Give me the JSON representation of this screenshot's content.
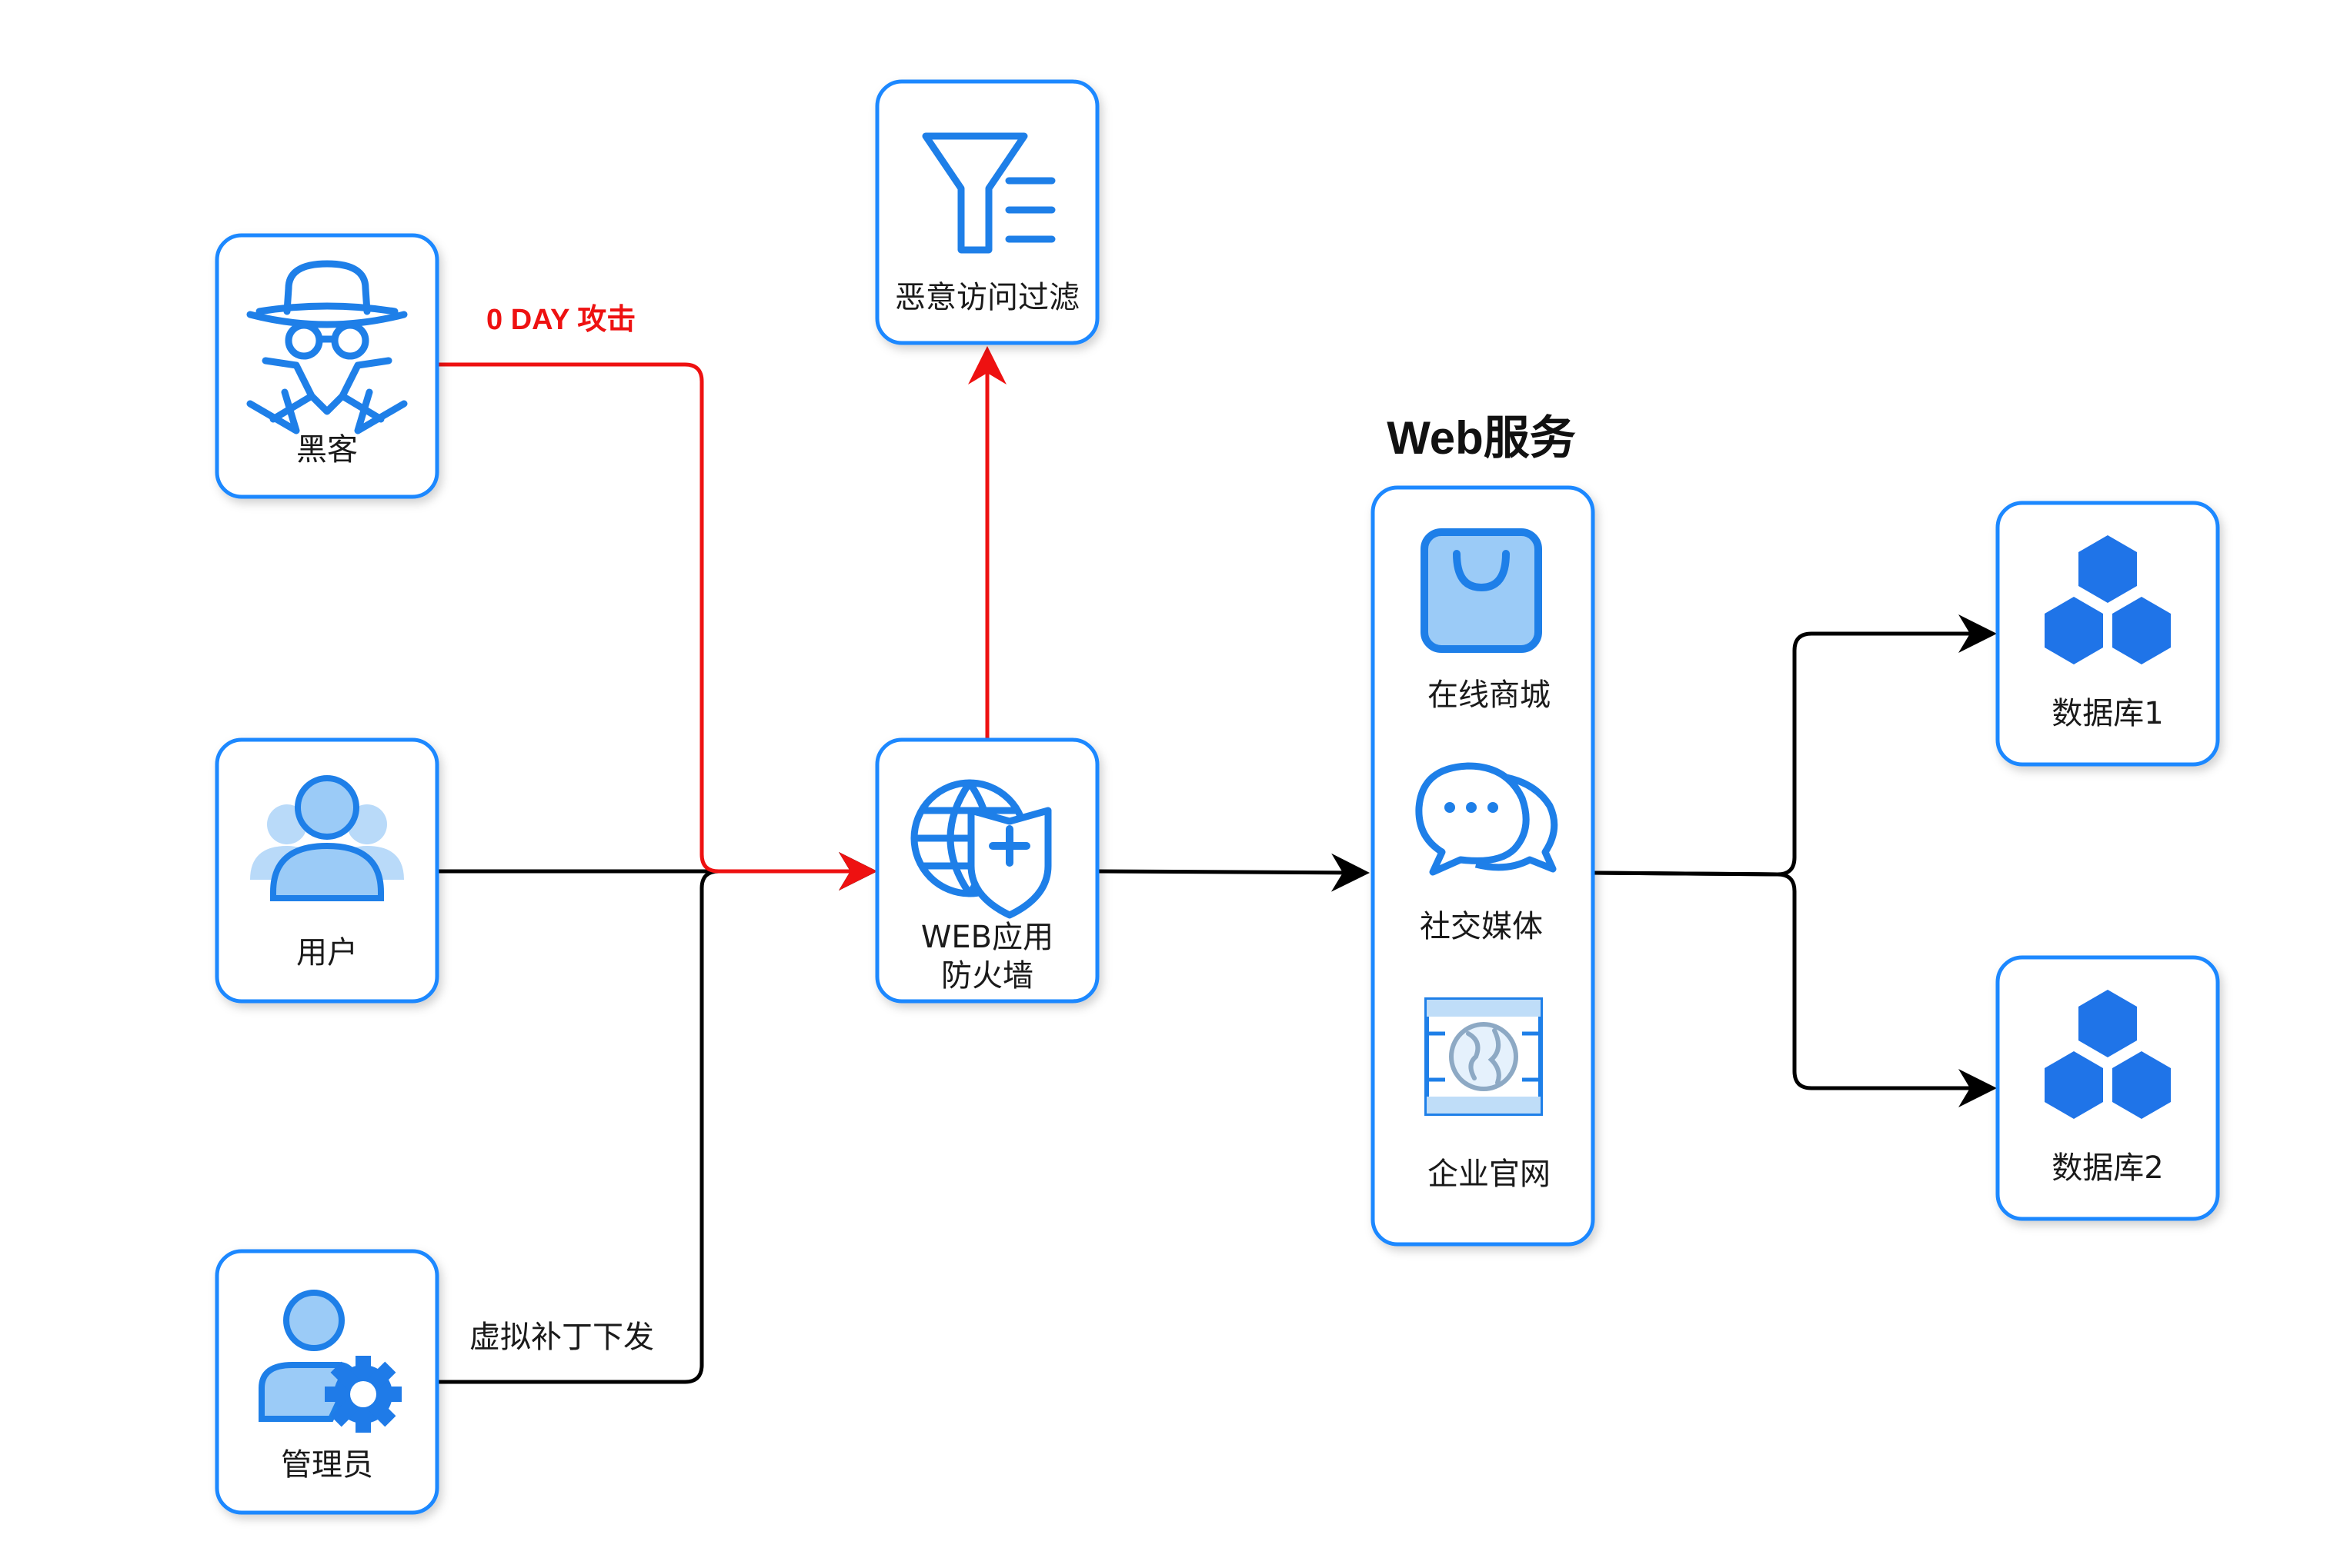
{
  "nodes": {
    "hacker": {
      "label": "黑客",
      "icon": "spy-icon"
    },
    "user": {
      "label": "用户",
      "icon": "users-icon"
    },
    "admin": {
      "label": "管理员",
      "icon": "admin-gear-icon"
    },
    "filter": {
      "label": "恶意访问过滤",
      "icon": "filter-list-icon"
    },
    "waf": {
      "label_line1": "WEB应用",
      "label_line2": "防火墙",
      "icon": "globe-shield-icon"
    },
    "db1": {
      "label": "数据库1",
      "icon": "hexagon-cluster-icon"
    },
    "db2": {
      "label": "数据库2",
      "icon": "hexagon-cluster-icon"
    }
  },
  "web_service": {
    "title": "Web服务",
    "items": [
      {
        "label": "在线商城",
        "icon": "shopping-bag-icon"
      },
      {
        "label": "社交媒体",
        "icon": "chat-bubbles-icon"
      },
      {
        "label": "企业官网",
        "icon": "web-globe-icon"
      }
    ]
  },
  "edges": {
    "attack_label": "0 DAY 攻击",
    "patch_label": "虚拟补丁下发"
  },
  "colors": {
    "node_border": "#1E88FF",
    "attack_edge": "#EE1111",
    "normal_edge": "#000000",
    "icon_blue": "#1F7BE8",
    "icon_light": "#9BCBF7"
  }
}
